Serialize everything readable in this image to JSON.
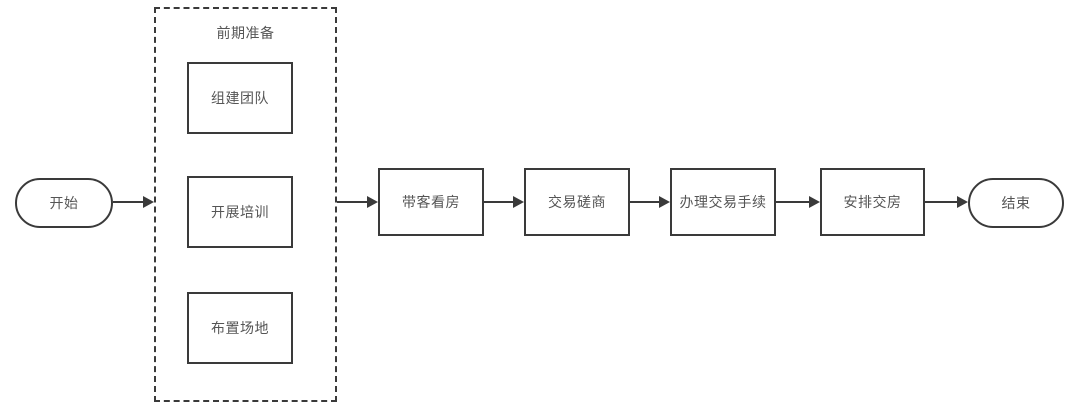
{
  "diagram": {
    "title": "",
    "colors": {
      "stroke": "#3a3a3a",
      "text": "#555555",
      "background": "#ffffff"
    },
    "start_node": {
      "label": "开始",
      "shape": "stadium"
    },
    "end_node": {
      "label": "结束",
      "shape": "stadium"
    },
    "group": {
      "title": "前期准备",
      "shape": "dashed-rectangle",
      "items": [
        {
          "label": "组建团队"
        },
        {
          "label": "开展培训"
        },
        {
          "label": "布置场地"
        }
      ]
    },
    "process_chain": [
      {
        "label": "带客看房"
      },
      {
        "label": "交易磋商"
      },
      {
        "label": "办理交易手续"
      },
      {
        "label": "安排交房"
      }
    ]
  }
}
